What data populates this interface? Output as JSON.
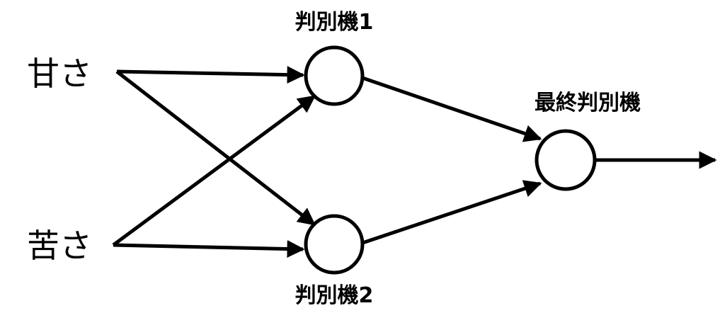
{
  "inputs": [
    {
      "id": "sweet",
      "label": "甘さ"
    },
    {
      "id": "bitter",
      "label": "苦さ"
    }
  ],
  "nodes": [
    {
      "id": "d1",
      "label": "判別機1"
    },
    {
      "id": "d2",
      "label": "判別機2"
    },
    {
      "id": "final",
      "label": "最終判別機"
    }
  ],
  "edges": [
    {
      "from": "sweet",
      "to": "d1"
    },
    {
      "from": "sweet",
      "to": "d2"
    },
    {
      "from": "bitter",
      "to": "d1"
    },
    {
      "from": "bitter",
      "to": "d2"
    },
    {
      "from": "d1",
      "to": "final"
    },
    {
      "from": "d2",
      "to": "final"
    },
    {
      "from": "final",
      "to": "output"
    }
  ],
  "colors": {
    "stroke": "#000000",
    "background": "#ffffff"
  }
}
